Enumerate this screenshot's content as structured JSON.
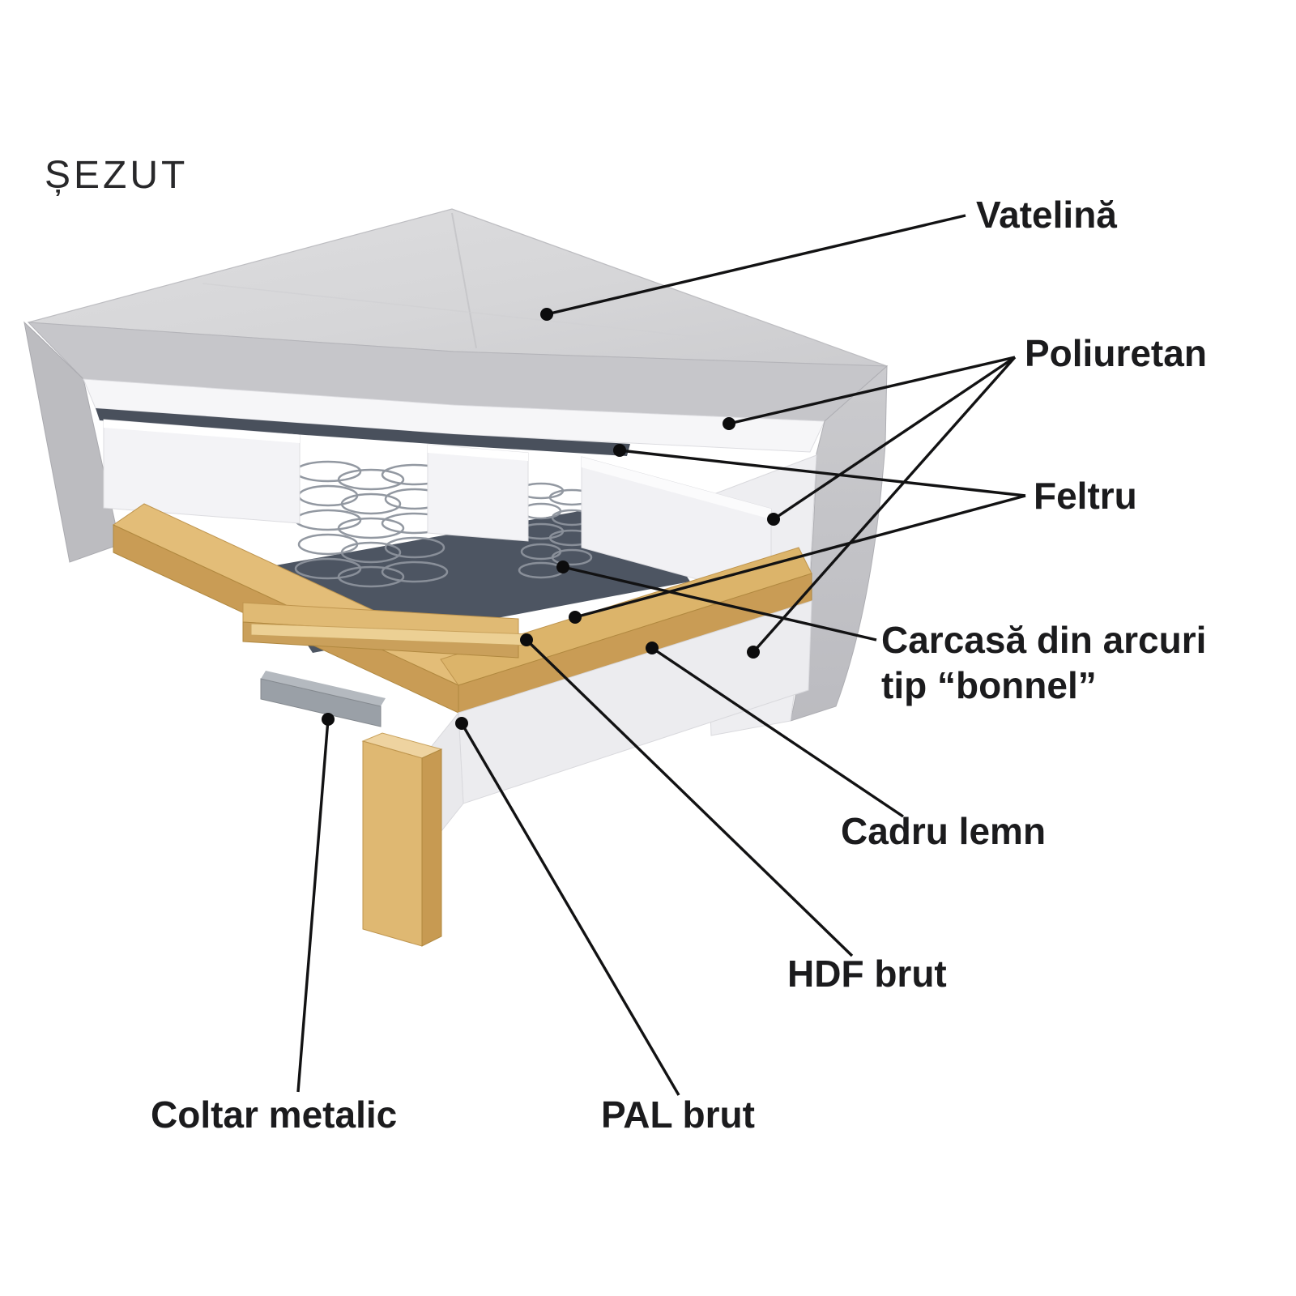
{
  "diagram": {
    "title": "ȘEZUT",
    "labels": {
      "vatelina": "Vatelină",
      "poliuretan": "Poliuretan",
      "feltru": "Feltru",
      "carcasa_line1": "Carcasă din arcuri",
      "carcasa_line2": "tip “bonnel”",
      "cadru_lemn": "Cadru lemn",
      "hdf_brut": "HDF brut",
      "pal_brut": "PAL brut",
      "coltar_metalic": "Coltar metalic"
    },
    "colors": {
      "background": "#ffffff",
      "label_text": "#1b1b1d",
      "leader_line": "#121213",
      "cover_gray": "#d8d8da",
      "cover_edge_gray": "#c6c6ca",
      "foam_white": "#f3f3f6",
      "felt_dark": "#49505c",
      "wood_light": "#e3bd78",
      "wood_dark": "#c99c55",
      "metal_gray": "#9aa0a7",
      "spring_wire": "#8d939c"
    }
  }
}
